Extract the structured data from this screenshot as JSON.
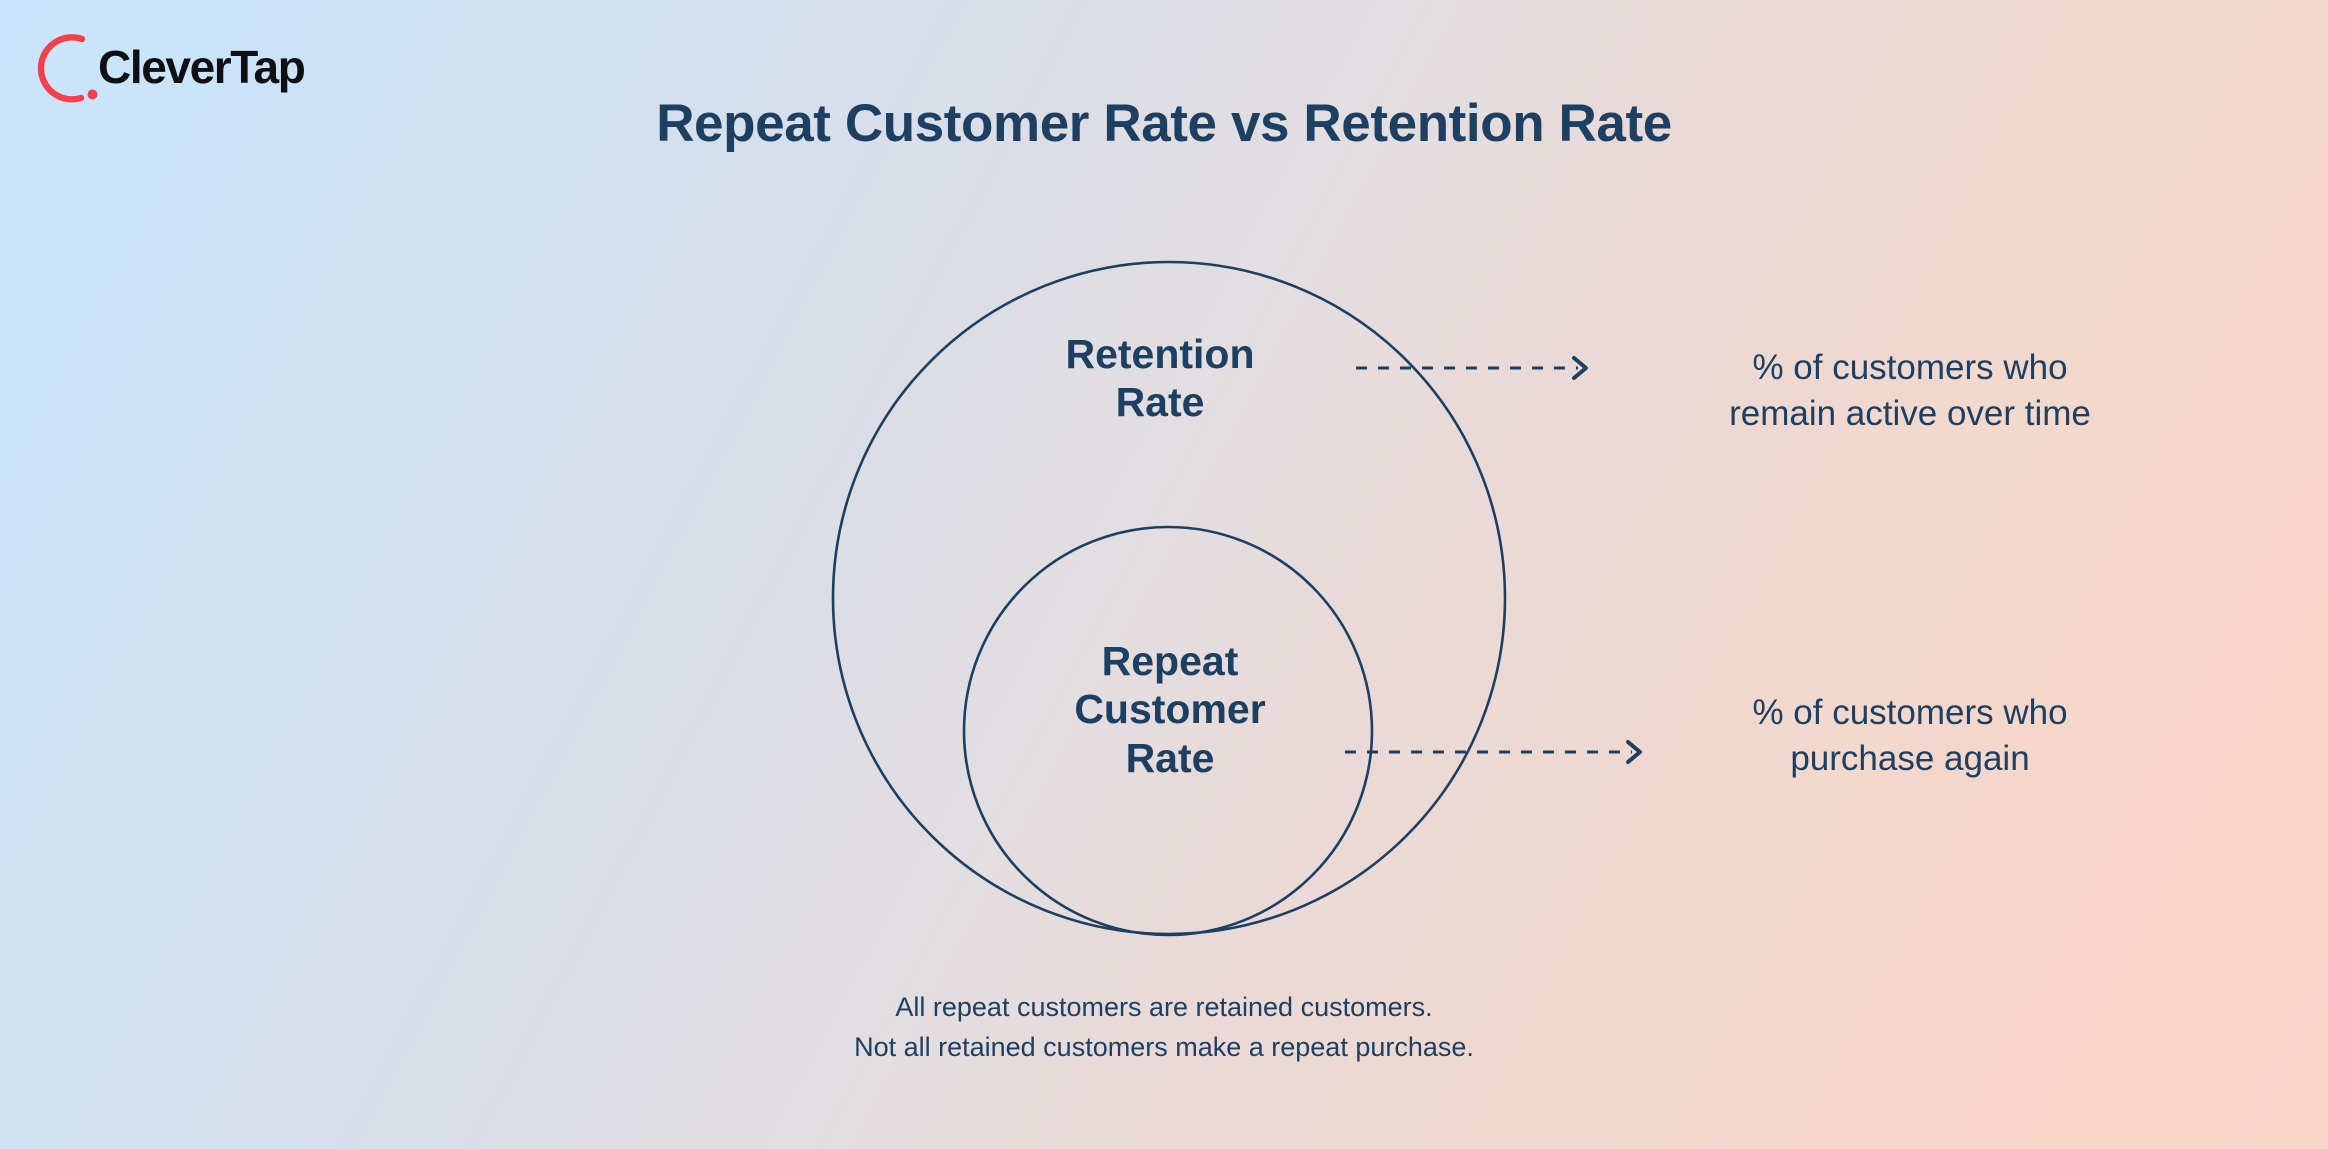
{
  "brand": {
    "logo_text": "CleverTap",
    "logo_icon": "clevertap-arc-logo",
    "arc_color": "#f4404a",
    "wordmark_color": "#0f0f14"
  },
  "colors": {
    "navy": "#1c3f62",
    "circle_stroke": "#1c3f62",
    "bg_top_left": "#c9e4fa",
    "bg_bottom_right": "#f7d5c8",
    "accent_red": "#f4404a"
  },
  "header": {
    "title": "Repeat Customer Rate vs Retention Rate"
  },
  "diagram": {
    "outer_circle": {
      "label_line1": "Retention",
      "label_line2": "Rate",
      "annotation_line1": "% of customers who",
      "annotation_line2": "remain active over time",
      "arrow_icon": "dashed-arrow-right-icon"
    },
    "inner_circle": {
      "label_line1": "Repeat",
      "label_line2": "Customer",
      "label_line3": "Rate",
      "annotation_line1": "% of customers who",
      "annotation_line2": "purchase again",
      "arrow_icon": "dashed-arrow-right-icon"
    }
  },
  "caption": {
    "line1": "All repeat customers are retained customers.",
    "line2": "Not all retained customers make a repeat purchase."
  }
}
